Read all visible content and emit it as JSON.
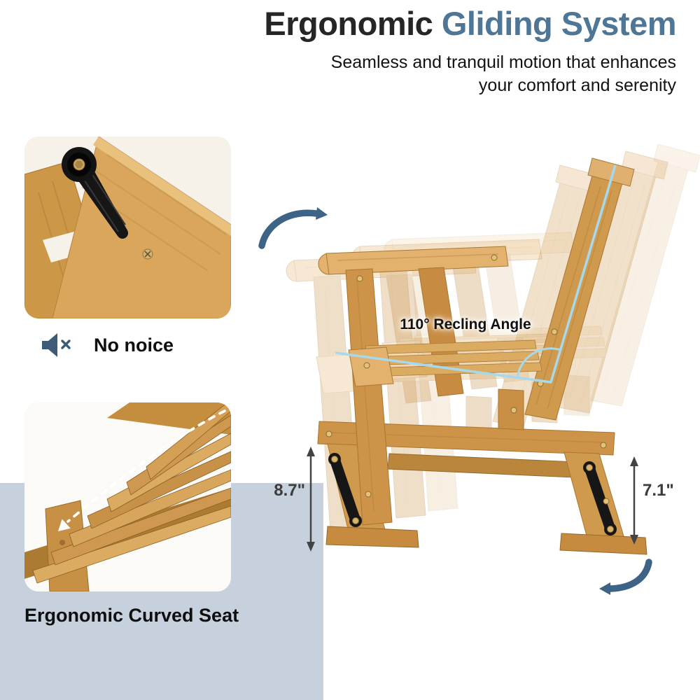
{
  "header": {
    "title_primary": "Ergonomic",
    "title_accent": " Gliding System",
    "subtitle_line1": "Seamless and tranquil motion that enhances",
    "subtitle_line2": "your comfort and serenity"
  },
  "callouts": {
    "no_noise": "No noice",
    "curved_seat": "Ergonomic Curved Seat",
    "recline_angle": "110° Recling Angle",
    "dimension_left": "8.7\"",
    "dimension_right": "7.1\""
  },
  "icons": {
    "muted_speaker": "speaker-with-x",
    "motion_arrows": "curved-glide-arrows",
    "dimension_arrows": "double-headed-vertical-arrows"
  },
  "colors": {
    "title_accent_blue": "#4d7697",
    "panel_blue": "#c6d1dd",
    "arrow_blue": "#3d6486",
    "angle_line_blue": "#a6d9ec",
    "wood_main": "#cd9348",
    "wood_light": "#dcab62",
    "bracket_black": "#161616",
    "dimension_gray": "#3c3c3c"
  }
}
